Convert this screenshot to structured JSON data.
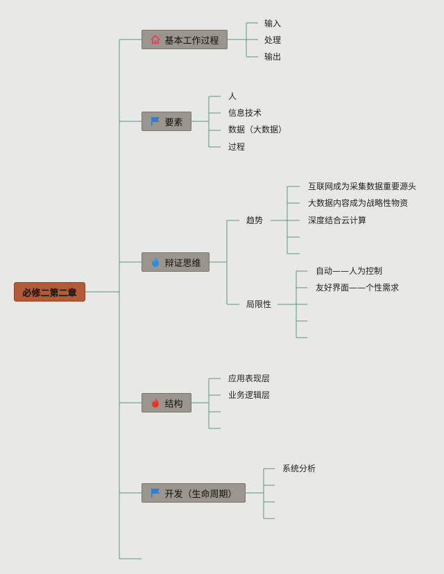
{
  "root": {
    "label": "必修二第二章"
  },
  "branches": [
    {
      "id": "b1",
      "label": "基本工作过程",
      "icon": "home-icon",
      "icon_color": "#d8455b",
      "leaves": [
        "输入",
        "处理",
        "输出"
      ]
    },
    {
      "id": "b2",
      "label": "要素",
      "icon": "flag-icon",
      "icon_color": "#2b7fd6",
      "leaves": [
        "人",
        "信息技术",
        "数据（大数据）",
        "过程"
      ]
    },
    {
      "id": "b3",
      "label": "辩证思维",
      "icon": "flame-icon",
      "icon_color": "#2b8fe0",
      "groups": [
        {
          "label": "趋势",
          "leaves": [
            "互联网成为采集数据重要源头",
            "大数据内容成为战略性物资",
            "深度结合云计算",
            ""
          ]
        },
        {
          "label": "局限性",
          "leaves": [
            "自动——人为控制",
            "友好界面——个性需求",
            "",
            "",
            ""
          ]
        }
      ]
    },
    {
      "id": "b4",
      "label": "结构",
      "icon": "fire-icon",
      "icon_color": "#e8352a",
      "leaves": [
        "应用表现层",
        "业务逻辑层",
        "",
        ""
      ]
    },
    {
      "id": "b5",
      "label": "开发（生命周期）",
      "icon": "flag-icon",
      "icon_color": "#2b7fd6",
      "leaves": [
        "系统分析",
        "",
        "",
        ""
      ]
    }
  ],
  "colors": {
    "line": "#4f9a80",
    "root_fill": "#b35a36",
    "node_fill": "#9a968e"
  }
}
